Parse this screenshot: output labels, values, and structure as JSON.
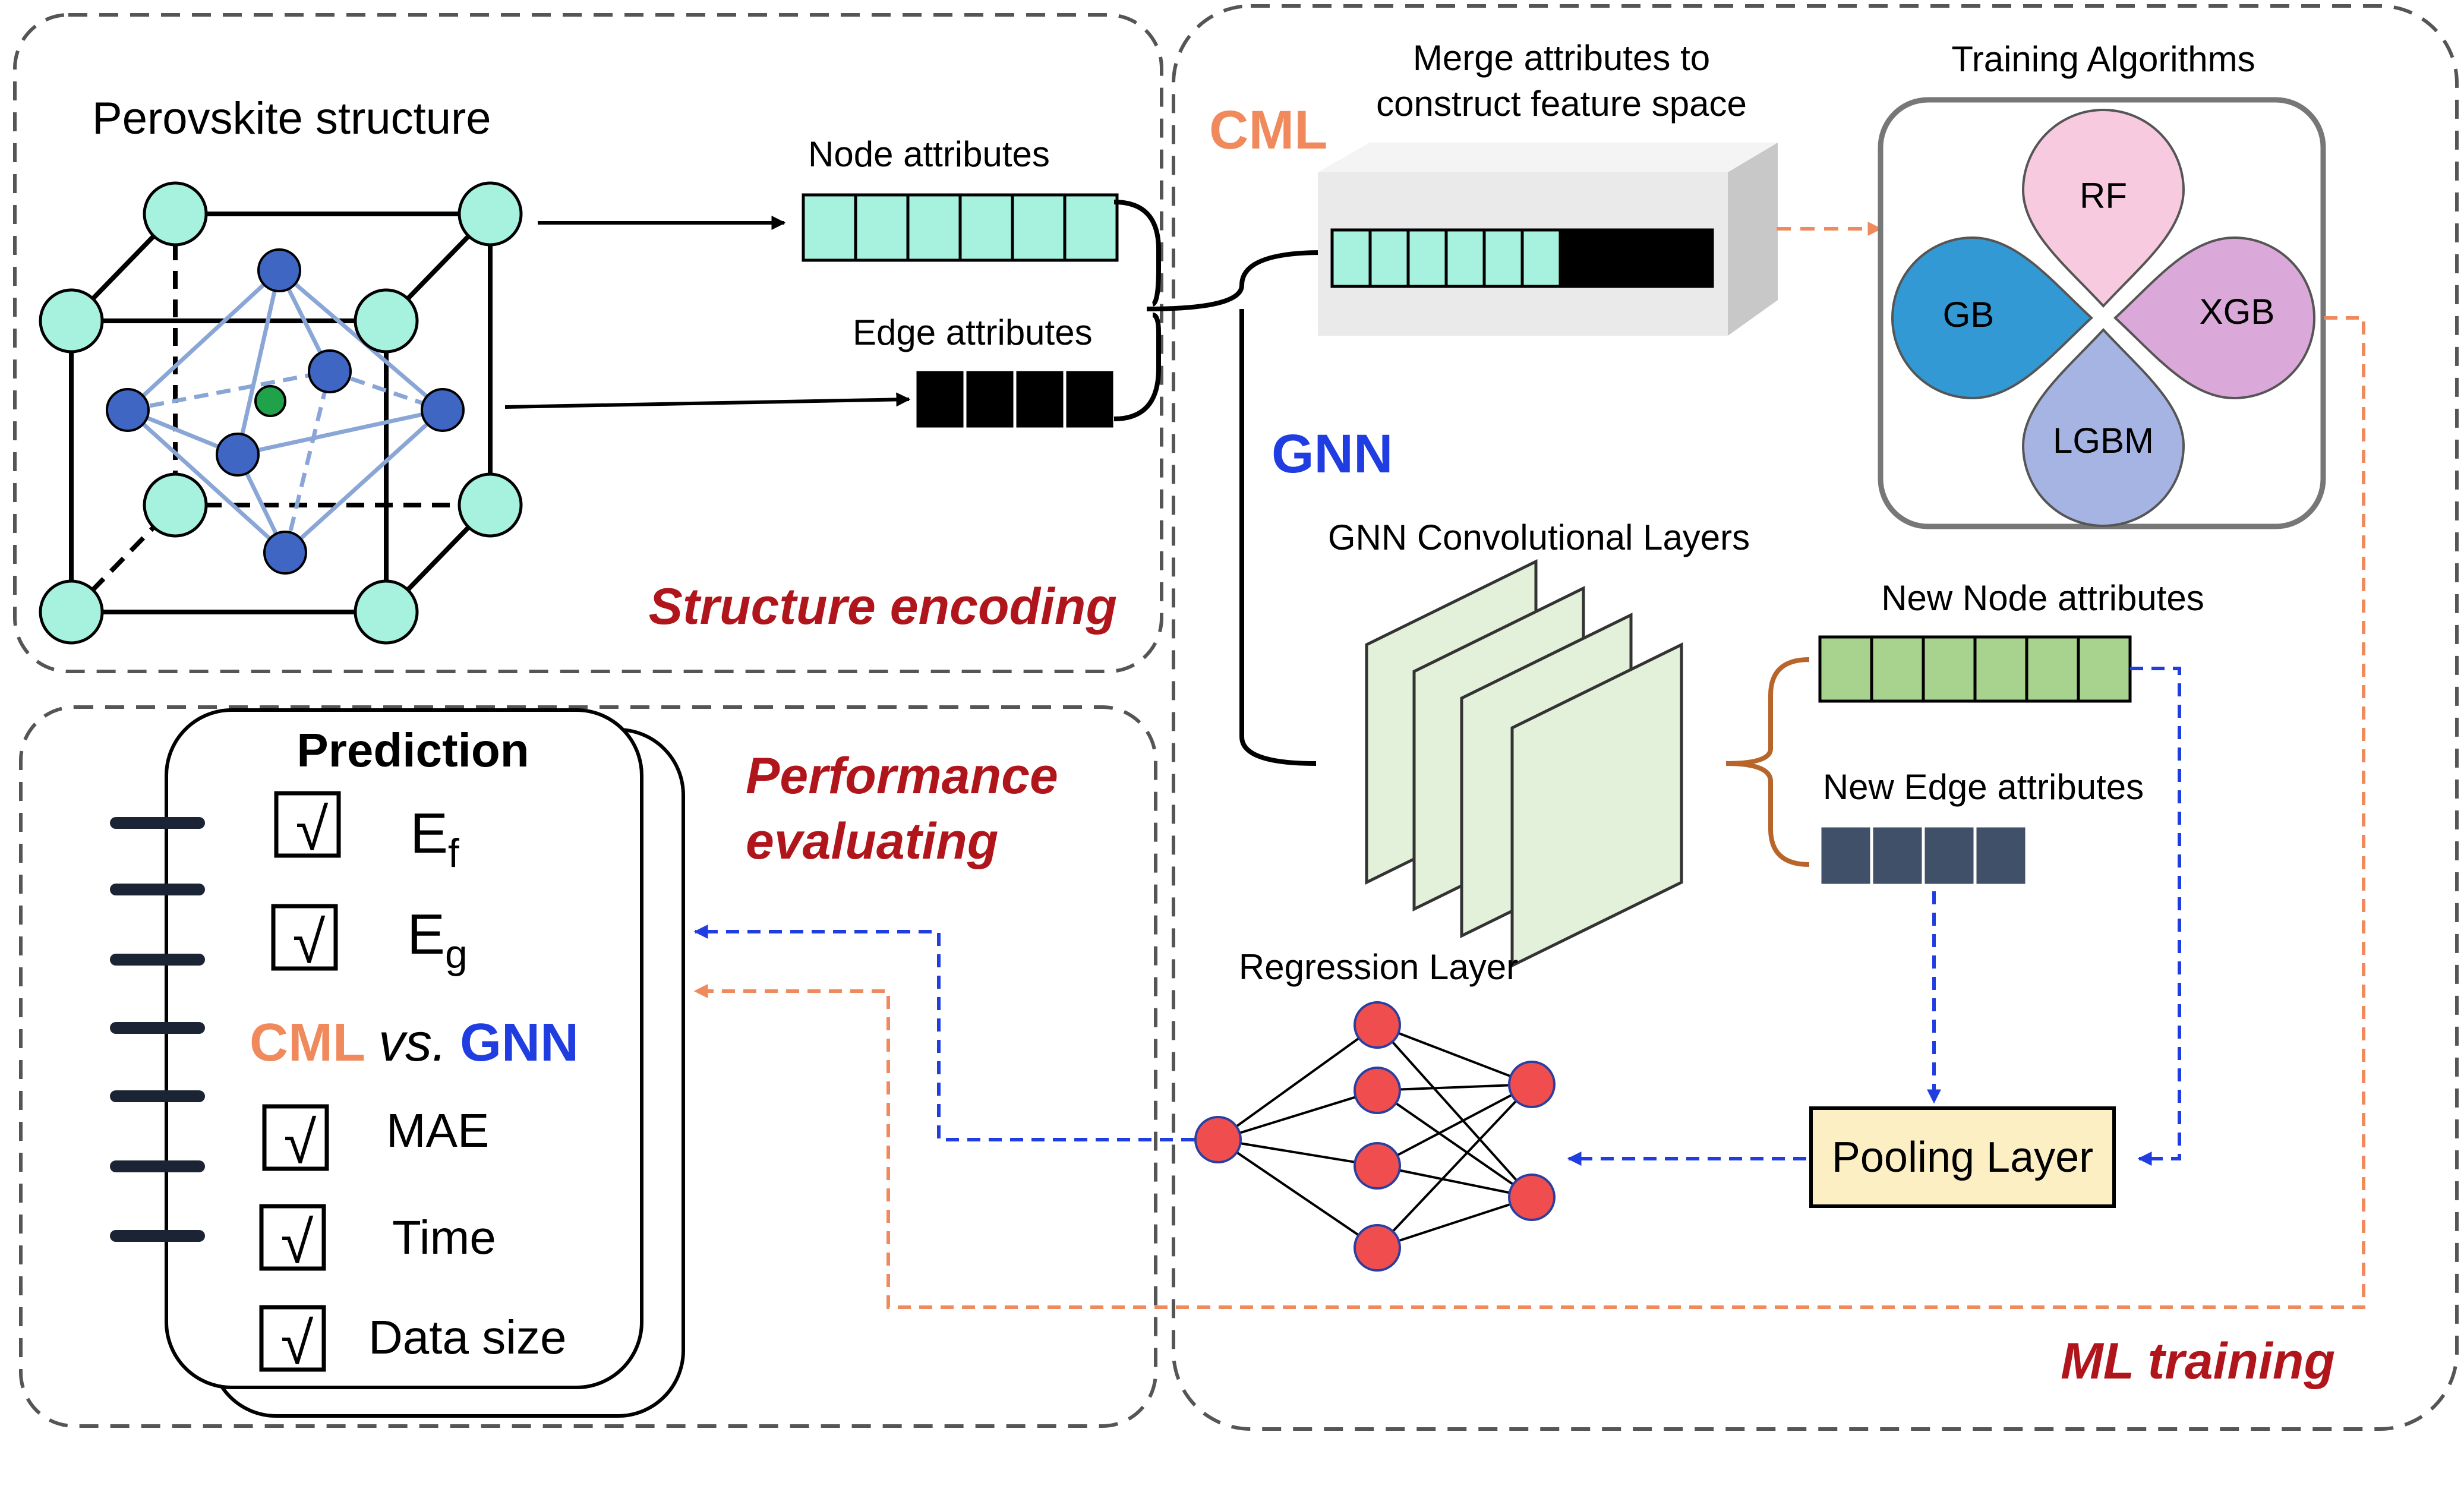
{
  "panels": {
    "structure_encoding": "Structure encoding",
    "performance_evaluating_line1": "Performance",
    "performance_evaluating_line2": "evaluating",
    "ml_training": "ML training"
  },
  "structure": {
    "title": "Perovskite structure",
    "node_attributes": "Node attributes",
    "edge_attributes": "Edge attributes"
  },
  "cml": {
    "label": "CML",
    "merge_line1": "Merge attributes to",
    "merge_line2": "construct feature space",
    "training_title": "Training Algorithms",
    "algorithms": [
      "RF",
      "GB",
      "XGB",
      "LGBM"
    ]
  },
  "gnn": {
    "label": "GNN",
    "conv_layers": "GNN Convolutional Layers",
    "new_node_attributes": "New Node attributes",
    "new_edge_attributes": "New Edge attributes",
    "pooling_layer": "Pooling Layer",
    "regression_layer": "Regression Layer"
  },
  "prediction": {
    "title": "Prediction",
    "ef_base": "E",
    "ef_sub": "f",
    "eg_base": "E",
    "eg_sub": "g",
    "cml": "CML",
    "vs": "vs.",
    "gnn": "GNN",
    "mae": "MAE",
    "time": "Time",
    "data_size": "Data size",
    "check_symbol": "√"
  },
  "colors": {
    "cml_orange": "#f08a5d",
    "gnn_blue": "#1f3de0",
    "panel_title_red": "#b0151c",
    "cyan_node": "#a6f2df",
    "blue_node": "#3e66c2",
    "green_node": "#1fa24a",
    "red_node": "#f04e4e",
    "green_cell": "#a7d38e",
    "slate_cell": "#3f5068",
    "pooling_fill": "#fcefc4",
    "rf_fill": "#f7cadf",
    "gb_fill": "#3399d4",
    "xgb_fill": "#dba9d9",
    "lgbm_fill": "#a6b4e3"
  }
}
